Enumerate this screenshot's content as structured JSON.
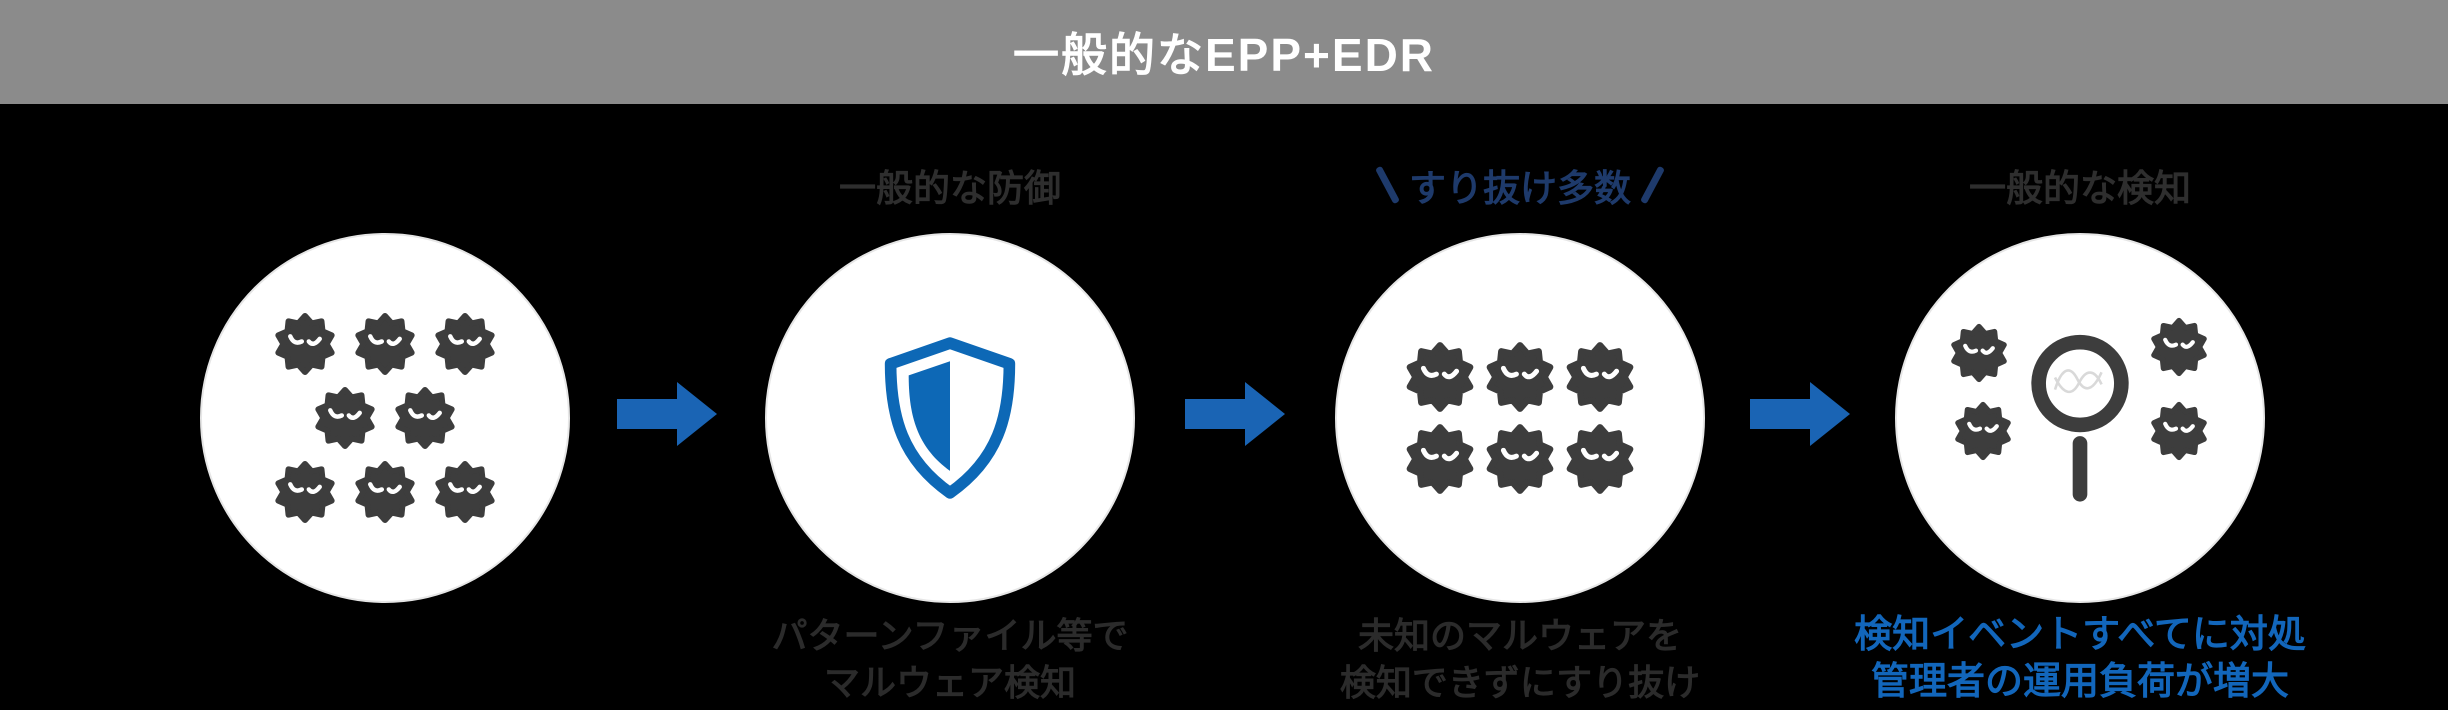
{
  "header": {
    "title": "一般的なEPP+EDR"
  },
  "stages": [
    {
      "name": "incoming-threats",
      "label": "",
      "captions": [],
      "icon": "malware-cluster-8"
    },
    {
      "name": "general-protection",
      "label": "一般的な防御",
      "captions": [
        "パターンファイル等で",
        "マルウェア検知"
      ],
      "icon": "shield"
    },
    {
      "name": "slip-through",
      "label": "すり抜け多数",
      "captions": [
        "未知のマルウェアを",
        "検知できずにすり抜け"
      ],
      "icon": "malware-cluster-6"
    },
    {
      "name": "general-detection",
      "label": "一般的な検知",
      "captions": [
        "検知イベントすべてに対処",
        "管理者の運用負荷が増大"
      ],
      "icon": "malware-magnifier"
    }
  ],
  "colors": {
    "header_bg": "#8b8b8b",
    "header_text": "#ffffff",
    "background": "#000000",
    "circle_fill": "#ffffff",
    "malware_gray": "#3d3d3d",
    "shield_blue": "#0d68b6",
    "arrow_blue": "#1a64b4",
    "label_navy": "#1e3a6b",
    "label_dim": "#2e2e2e",
    "caption_dim": "#2b2b2b",
    "caption_blue": "#1266bb"
  }
}
